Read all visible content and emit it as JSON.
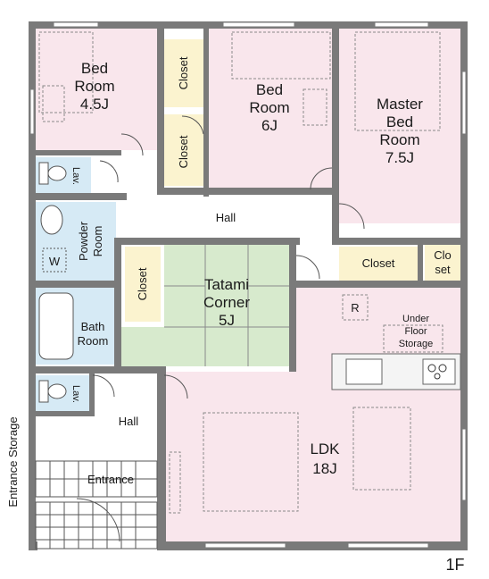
{
  "floor_label": "1F",
  "rooms": {
    "bed1": {
      "line1": "Bed",
      "line2": "Room",
      "line3": "4.5J"
    },
    "bed2": {
      "line1": "Bed",
      "line2": "Room",
      "line3": "6J"
    },
    "master": {
      "line1": "Master",
      "line2": "Bed",
      "line3": "Room",
      "line4": "7.5J"
    },
    "hall_upper": "Hall",
    "tatami": {
      "line1": "Tatami",
      "line2": "Corner",
      "line3": "5J"
    },
    "powder": {
      "line1": "Powder",
      "line2": "Room"
    },
    "bath": {
      "line1": "Bath",
      "line2": "Room"
    },
    "hall_lower": "Hall",
    "entrance": "Entrance",
    "entrance_storage": "Entrance Storage",
    "ldk": {
      "line1": "LDK",
      "line2": "18J"
    }
  },
  "closets": {
    "c1": "Closet",
    "c2": "Closet",
    "c3": "Closet",
    "c4": "Closet",
    "c5": {
      "line1": "Clo",
      "line2": "set"
    }
  },
  "fixtures": {
    "lav_upper": "Lav.",
    "lav_lower": "Lav.",
    "washer": "W",
    "fridge": "R",
    "underfloor": {
      "line1": "Under",
      "line2": "Floor",
      "line3": "Storage"
    }
  },
  "colors": {
    "bedroom_fill": "#f9e6ec",
    "wet_fill": "#d6eaf5",
    "closet_fill": "#fbf3cf",
    "tatami_fill": "#d7eacd",
    "ldk_fill": "#f9e6ec",
    "wall": "#7a7a7a"
  }
}
